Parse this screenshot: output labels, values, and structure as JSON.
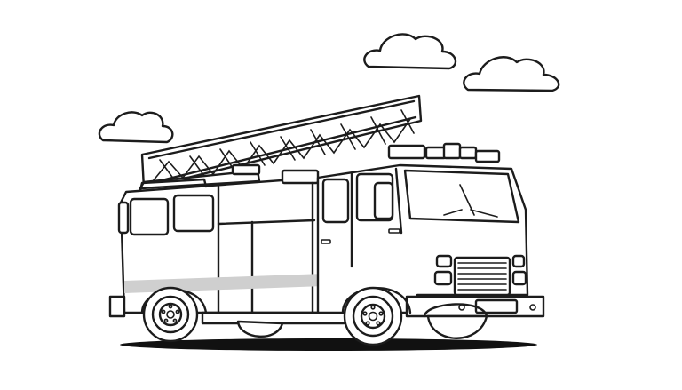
{
  "illustration": {
    "subject": "fire-truck",
    "style": "coloring-page line art",
    "colors": {
      "background": "#ffffff",
      "outline": "#1c1c1c",
      "stripe": "#cfcfcf",
      "shadow": "#111111"
    },
    "elements": [
      "cloud-left-icon",
      "cloud-top-icon",
      "cloud-right-icon",
      "ladder",
      "cab",
      "body",
      "front-grille",
      "headlights",
      "emergency-light-bar",
      "front-wheel",
      "rear-wheel",
      "ground-shadow"
    ]
  }
}
